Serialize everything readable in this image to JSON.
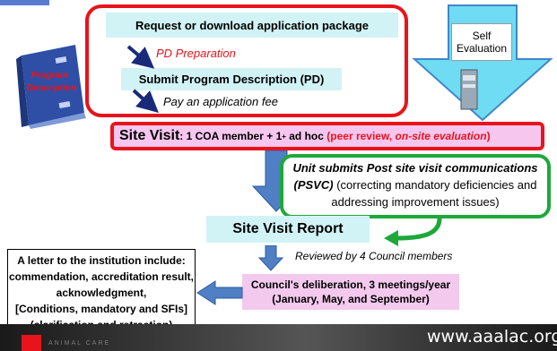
{
  "steps": {
    "request": "Request or download application package",
    "pd_prep": "PD Preparation",
    "submit_pd": "Submit Program Description (PD)",
    "pay_fee": "Pay an application fee"
  },
  "binder": {
    "line1": "Program",
    "line2": "Description"
  },
  "self_eval": {
    "line1": "Self",
    "line2": "Evaluation"
  },
  "site_visit": {
    "label": "Site Visit",
    "detail": ": 1 COA member + ",
    "adhoc_num": "1",
    "adhoc_sup": "+",
    "adhoc_text": " ad hoc ",
    "peer_open": "(peer review, ",
    "peer_italic": "on-site evaluation",
    "peer_close": ")"
  },
  "psvc": {
    "title": "Unit submits Post site visit communications (PSVC)",
    "body": " (correcting mandatory deficiencies and addressing improvement issues)"
  },
  "report": {
    "label": "Site Visit Report",
    "reviewed": "Reviewed by 4 Council members"
  },
  "council": {
    "line1": "Council's deliberation, 3 meetings/year",
    "line2": "(January, May, and September)"
  },
  "letter": {
    "line1": "A letter to the institution include:",
    "line2": "commendation, accreditation result,",
    "line3": "acknowledgment,",
    "line4": "[Conditions, mandatory and SFIs]",
    "line5": "(clarification and retraction)"
  },
  "footer": {
    "url": "www.aaalac.org",
    "brand": "ANIMAL CARE"
  },
  "colors": {
    "red": "#e8141b",
    "green": "#1ea83a",
    "cyan_bg": "#d2f3f6",
    "pink": "#f4c9ee",
    "arrow_blue": "#4f7fc4",
    "arrow_cyan": "#6fdcf3"
  }
}
